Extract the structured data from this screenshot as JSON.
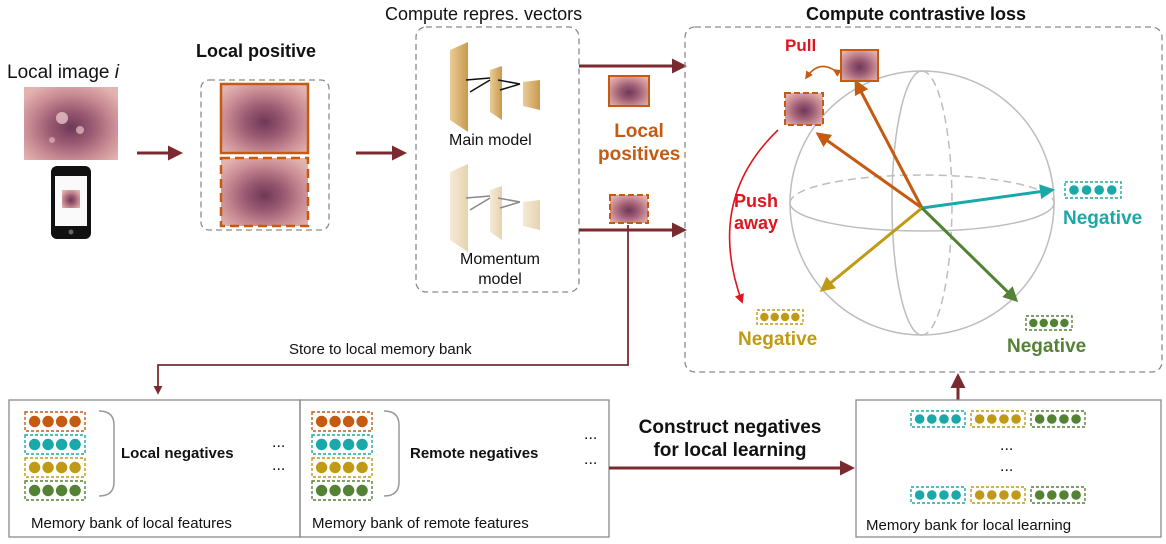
{
  "local_image_label": "Local image",
  "local_image_index": "i",
  "local_positive_title": "Local positive",
  "compute_vectors_title": "Compute repres. vectors",
  "main_model_label": "Main model",
  "momentum_model_label_1": "Momentum",
  "momentum_model_label_2": "model",
  "local_positives_label_1": "Local",
  "local_positives_label_2": "positives",
  "contrastive_title": "Compute contrastive loss",
  "pull_label": "Pull",
  "push_label_1": "Push",
  "push_label_2": "away",
  "negative_label": "Negative",
  "store_label": "Store to local memory bank",
  "local_negatives_label": "Local negatives",
  "remote_negatives_label": "Remote negatives",
  "ellipsis": "...",
  "memory_local_label": "Memory bank of local features",
  "memory_remote_label": "Memory bank of remote features",
  "construct_label_1": "Construct negatives",
  "construct_label_2": "for local learning",
  "memory_learning_label": "Memory bank for local learning",
  "colors": {
    "arrow_dark": "#7b2b30",
    "orange": "#c55a11",
    "red": "#e0141e",
    "teal": "#1aa8a8",
    "mustard": "#c09a14",
    "green": "#548235",
    "gray_border": "#8a8a8a"
  }
}
